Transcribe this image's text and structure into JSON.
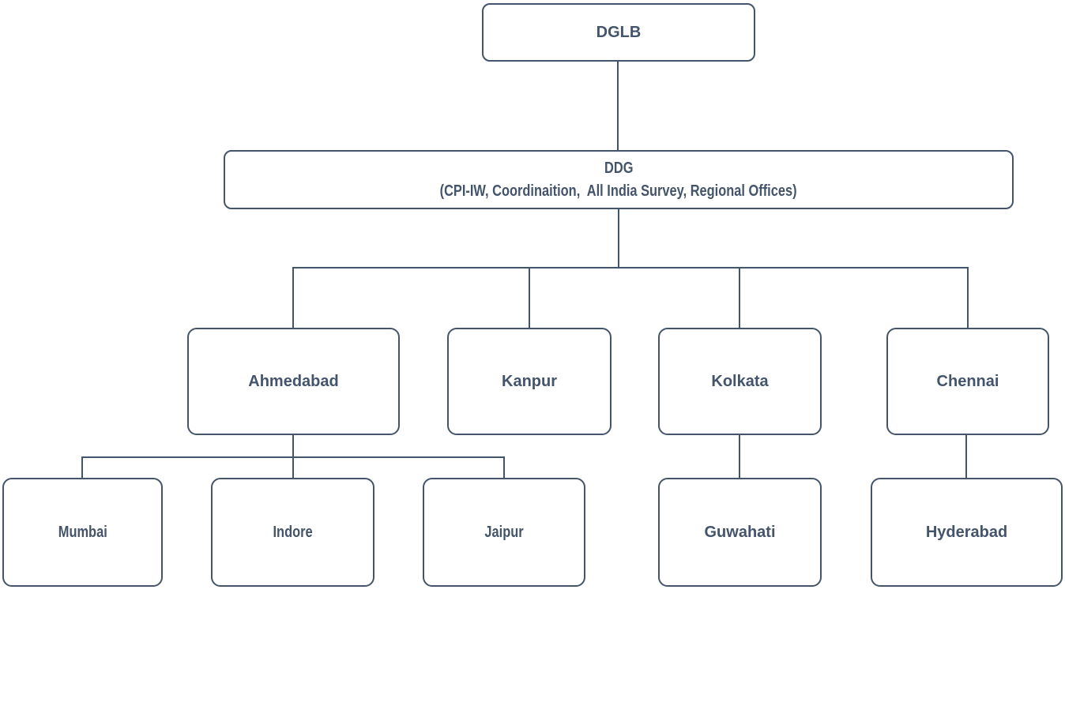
{
  "diagram": {
    "type": "org-chart",
    "colors": {
      "node_border": "#44546A",
      "node_fill": "#FFFFFF",
      "text": "#44546A",
      "connector": "#44546A",
      "background": "#FFFFFF"
    },
    "nodes": {
      "dglb": {
        "label": "DGLB"
      },
      "ddg": {
        "label": "DDG",
        "sublabel": "(CPI-IW, Coordinaition,  All India Survey, Regional Offices)"
      },
      "ahmedabad": {
        "label": "Ahmedabad"
      },
      "kanpur": {
        "label": "Kanpur"
      },
      "kolkata": {
        "label": "Kolkata"
      },
      "chennai": {
        "label": "Chennai"
      },
      "mumbai": {
        "label": "Mumbai"
      },
      "indore": {
        "label": "Indore"
      },
      "jaipur": {
        "label": "Jaipur"
      },
      "guwahati": {
        "label": "Guwahati"
      },
      "hyderabad": {
        "label": "Hyderabad"
      }
    },
    "hierarchy": [
      {
        "parent": "DGLB",
        "children": [
          "DDG"
        ]
      },
      {
        "parent": "DDG",
        "children": [
          "Ahmedabad",
          "Kanpur",
          "Kolkata",
          "Chennai"
        ]
      },
      {
        "parent": "Ahmedabad",
        "children": [
          "Mumbai",
          "Indore",
          "Jaipur"
        ]
      },
      {
        "parent": "Kolkata",
        "children": [
          "Guwahati"
        ]
      },
      {
        "parent": "Chennai",
        "children": [
          "Hyderabad"
        ]
      }
    ]
  }
}
